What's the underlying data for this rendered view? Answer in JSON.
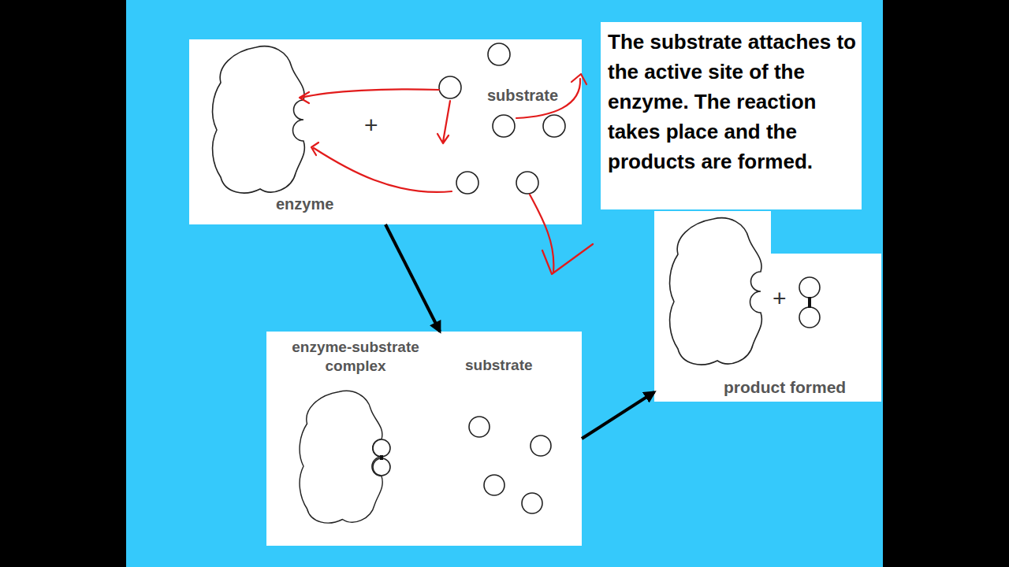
{
  "diagram": {
    "nodes": [
      {
        "text": [
          "substrate",
          "+",
          "enzyme"
        ]
      },
      {
        "text": [
          "The substrate attaches to the active site of the enzyme. The reaction takes place and the products are formed."
        ]
      },
      {
        "text": [
          "enzyme-substrate complex",
          "substrate"
        ]
      },
      {
        "text": [
          "+",
          "product formed"
        ]
      }
    ],
    "edges": [
      {
        "from": 0,
        "to": 2,
        "arrow": "to"
      },
      {
        "from": 2,
        "to": 3,
        "arrow": "to"
      }
    ]
  }
}
